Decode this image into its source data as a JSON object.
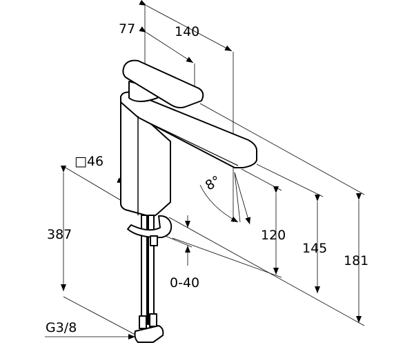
{
  "title": "Basin mixer dimension drawing",
  "dimensions": {
    "handle_offset": "77",
    "spout_reach": "140",
    "body_square": "□46",
    "hose_length": "387",
    "spout_angle": "8°",
    "spout_height": "120",
    "body_height": "145",
    "total_height": "181",
    "counter_thickness": "0-40",
    "connection_thread": "G3/8"
  },
  "colors": {
    "line": "#000000",
    "background": "#ffffff"
  }
}
